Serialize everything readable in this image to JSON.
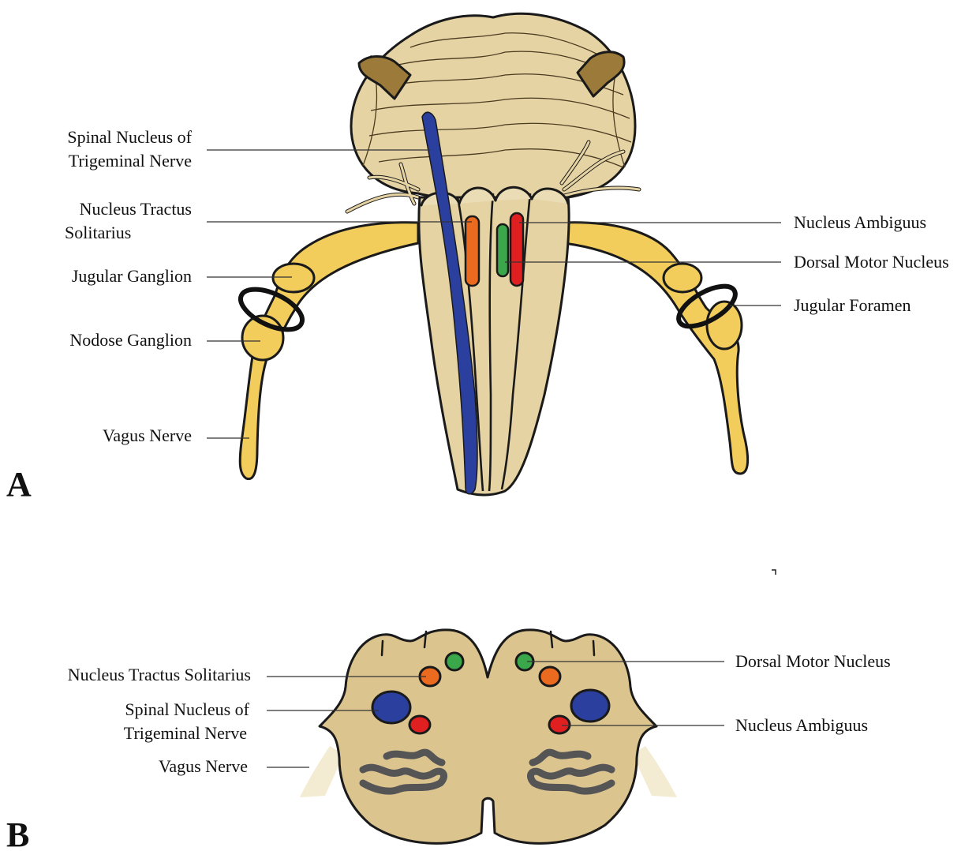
{
  "panel_a": {
    "letter": "A",
    "labels": {
      "spinal_nucleus_line1": "Spinal Nucleus of",
      "spinal_nucleus_line2": "Trigeminal Nerve",
      "nts_line1": "Nucleus Tractus",
      "nts_line2": "Solitarius",
      "jugular_ganglion": "Jugular Ganglion",
      "nodose_ganglion": "Nodose Ganglion",
      "vagus_nerve": "Vagus Nerve",
      "nucleus_ambiguus": "Nucleus Ambiguus",
      "dorsal_motor_nucleus": "Dorsal Motor Nucleus",
      "jugular_foramen": "Jugular Foramen"
    }
  },
  "panel_b": {
    "letter": "B",
    "labels": {
      "nts": "Nucleus Tractus Solitarius",
      "spinal_nucleus_line1": "Spinal Nucleus of",
      "spinal_nucleus_line2": "Trigeminal Nerve",
      "vagus_nerve": "Vagus Nerve",
      "dorsal_motor_nucleus": "Dorsal Motor Nucleus",
      "nucleus_ambiguus": "Nucleus Ambiguus"
    }
  },
  "colors": {
    "brainstem": "#e6d3a3",
    "section": "#dcc48f",
    "nerve": "#f2cd5c",
    "spinal_trigeminal": "#2a3f9e",
    "nucleus_tractus_solitarius": "#ea6a1f",
    "dorsal_motor_nucleus": "#3aa84a",
    "nucleus_ambiguus": "#e02020",
    "olive": "#555555"
  }
}
